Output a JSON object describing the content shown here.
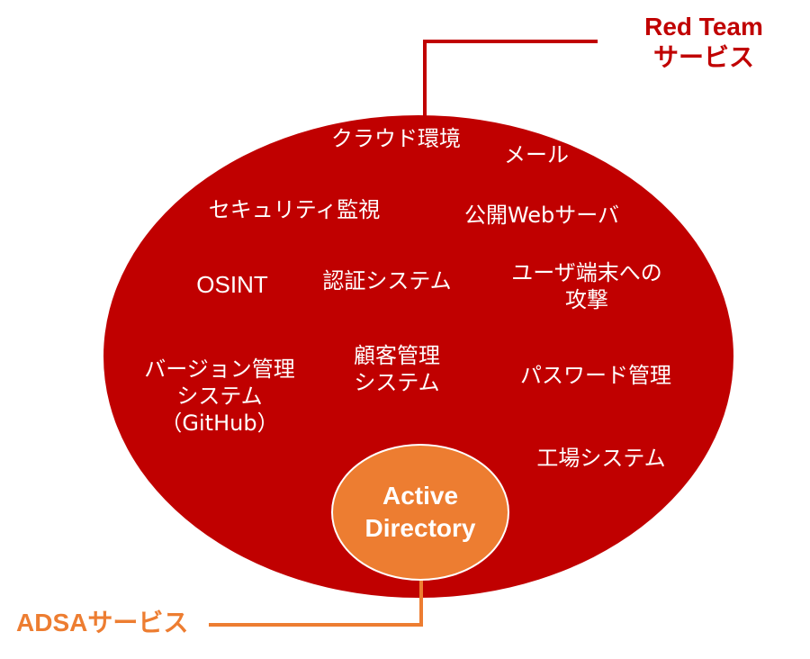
{
  "colors": {
    "red_circle": "#C00000",
    "orange_circle": "#ED7D31",
    "red_text": "#C00000",
    "orange_text": "#ED7D31",
    "label_text": "#FFFFFF"
  },
  "red_team": {
    "line1": "Red Team",
    "line2": "サービス"
  },
  "adsa": {
    "label": "ADSAサービス"
  },
  "active_directory": {
    "line1": "Active",
    "line2": "Directory"
  },
  "targets": {
    "cloud": "クラウド環境",
    "mail": "メール",
    "security_monitoring": "セキュリティ監視",
    "public_web": "公開Webサーバ",
    "osint": "OSINT",
    "auth": "認証システム",
    "user_terminal_1": "ユーザ端末への",
    "user_terminal_2": "攻撃",
    "version_control_1": "バージョン管理",
    "version_control_2": "システム",
    "version_control_3": "（GitHub）",
    "crm_1": "顧客管理",
    "crm_2": "システム",
    "password": "パスワード管理",
    "factory": "工場システム"
  }
}
